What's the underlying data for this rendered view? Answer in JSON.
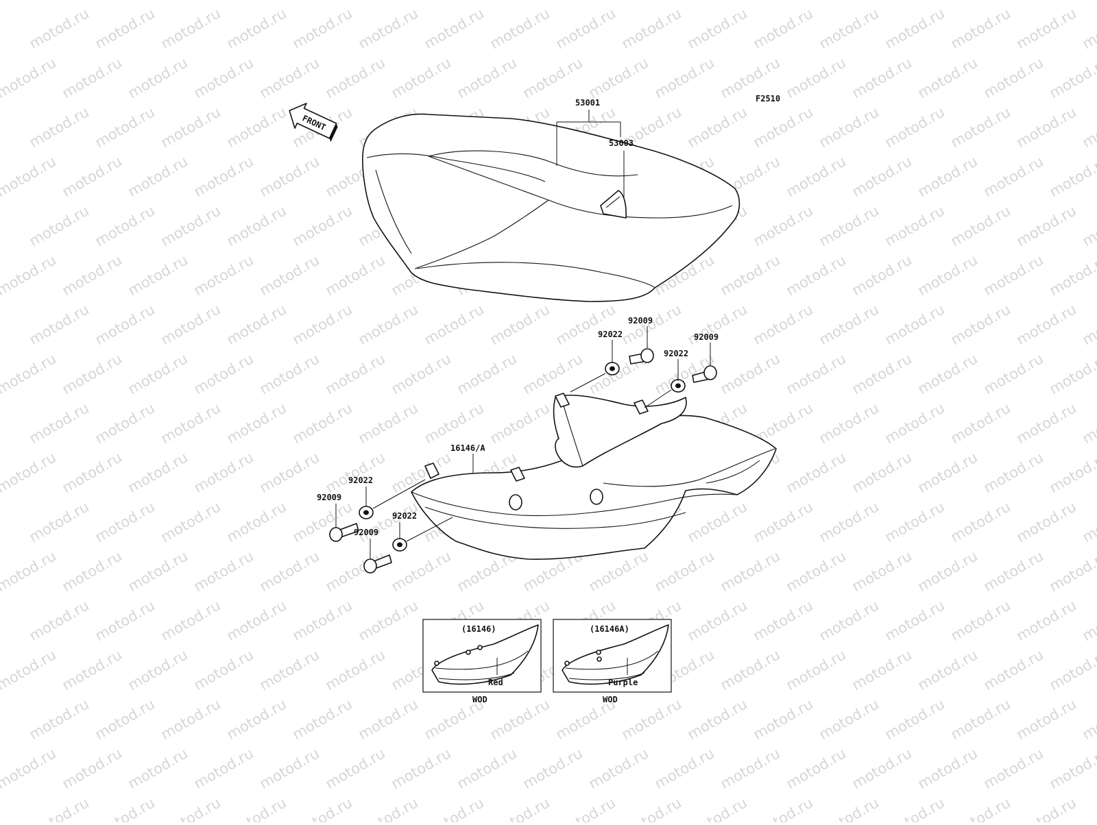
{
  "watermark": "motod.ru",
  "figure_code": "F2510",
  "front_arrow": "FRONT",
  "parts": {
    "seat_assy": "53001",
    "seat_cover": "53003",
    "cover_side": "16146/A",
    "bolt": "92009",
    "collar": "92022"
  },
  "insets": [
    {
      "code": "(16146)",
      "color": "Red",
      "model": "WOD"
    },
    {
      "code": "(16146A)",
      "color": "Purple",
      "model": "WOD"
    }
  ]
}
